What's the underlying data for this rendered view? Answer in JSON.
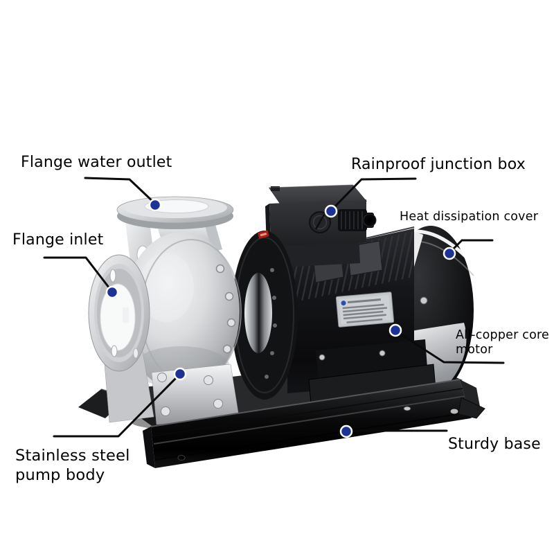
{
  "colors": {
    "background": "#ffffff",
    "callout_dot": "#1e3296",
    "callout_dot_ring": "#ffffff",
    "leader_line": "#0a0a0a",
    "label_text": "#000000"
  },
  "illustration": {
    "name": "stainless-steel-centrifugal-pump-with-motor"
  },
  "callouts": {
    "flange_water_outlet": {
      "label": "Flange water outlet"
    },
    "rainproof_junction_box": {
      "label": "Rainproof junction box"
    },
    "heat_dissipation_cover": {
      "label": "Heat dissipation cover"
    },
    "flange_inlet": {
      "label": "Flange inlet"
    },
    "all_copper_core_motor": {
      "label": "All-copper core motor"
    },
    "sturdy_base": {
      "label": "Sturdy base"
    },
    "stainless_steel_pump_body": {
      "label": "Stainless steel pump body"
    }
  }
}
